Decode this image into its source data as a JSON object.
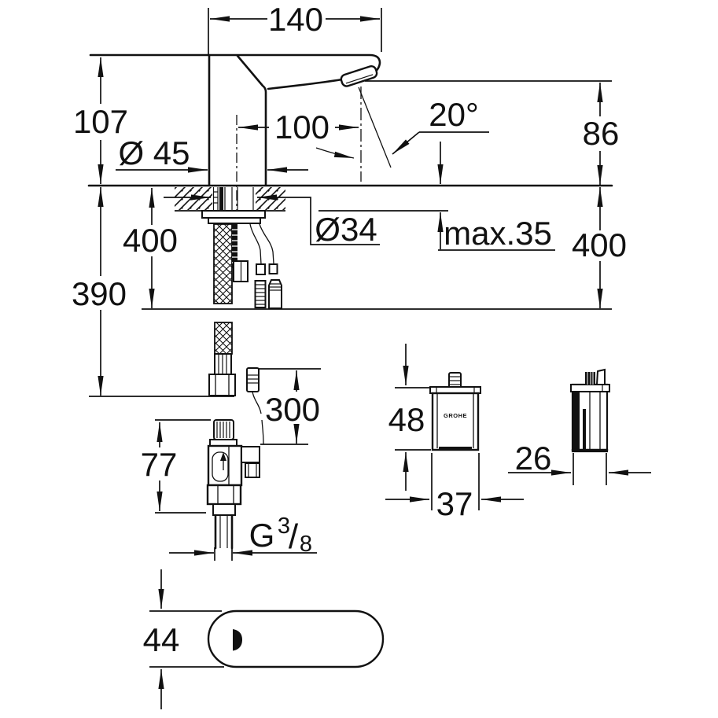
{
  "drawing": {
    "brand_logo": "GROHE",
    "dimensions": {
      "top_width": "140",
      "spout_height": "107",
      "spout_reach": "100",
      "outlet_height": "86",
      "base_diameter": "Ø 45",
      "hole_diameter": "Ø34",
      "max_deck": "max.35",
      "stream_angle": "20°",
      "left_total_below": "390",
      "left_hose_below": "400",
      "right_below": "400",
      "cable_length": "300",
      "valve_height": "77",
      "thread_letter": "G",
      "thread_numerator": "3",
      "thread_slash": "/",
      "thread_denominator": "8",
      "base_width": "44",
      "control_box_height": "48",
      "control_box_width": "37",
      "control_box_depth": "26"
    }
  }
}
